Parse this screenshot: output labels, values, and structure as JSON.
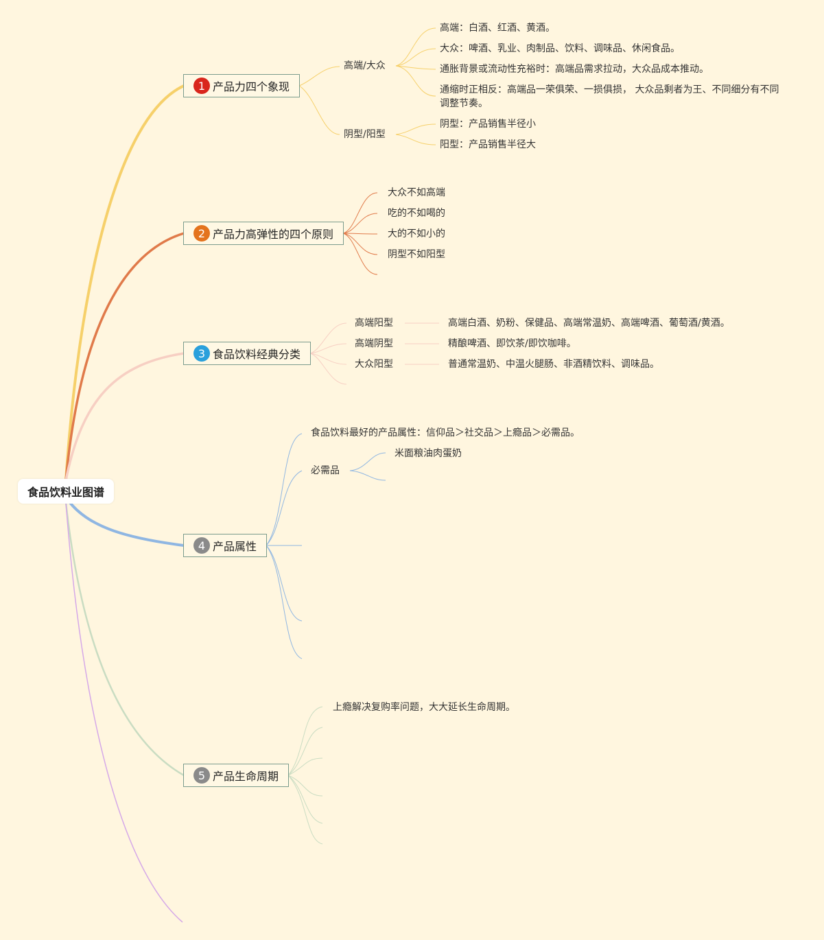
{
  "root": "食品饮料业图谱",
  "colors": {
    "b1": "#f6d06a",
    "b2": "#e07a4a",
    "b3": "#f7cfc3",
    "b4": "#8fb6e2",
    "b5": "#c9dcc2",
    "b6": "#d5a8e8",
    "n1": "#d9261c",
    "n2": "#e4731d",
    "n3": "#2aa0dc",
    "n45": "#8a8a8a"
  },
  "branches": [
    {
      "num": "1",
      "label": "产品力四个象现"
    },
    {
      "num": "2",
      "label": "产品力高弹性的四个原则"
    },
    {
      "num": "3",
      "label": "食品饮料经典分类"
    },
    {
      "num": "4",
      "label": "产品属性"
    },
    {
      "num": "5",
      "label": "产品生命周期"
    }
  ],
  "b1": {
    "sub1": "高端/大众",
    "sub1_items": [
      "高端：白酒、红酒、黄酒。",
      "大众：啤酒、乳业、肉制品、饮料、调味品、休闲食品。",
      "通胀背景或流动性充裕时：高端品需求拉动，大众品成本推动。",
      "通缩时正相反：高端品一荣俱荣、一损俱损， 大众品剩者为王、不同细分有不同调整节奏。"
    ],
    "sub2": "阴型/阳型",
    "sub2_items": [
      "阴型：产品销售半径小",
      "阳型：产品销售半径大"
    ]
  },
  "b2": {
    "items": [
      "大众不如高端",
      "吃的不如喝的",
      "大的不如小的",
      "阴型不如阳型"
    ]
  },
  "b3": {
    "rows": [
      {
        "k": "高端阳型",
        "v": "高端白酒、奶粉、保健品、高端常温奶、高端啤酒、葡萄酒/黄酒。"
      },
      {
        "k": "高端阴型",
        "v": "精酿啤酒、即饮茶/即饮咖啡。"
      },
      {
        "k": "大众阳型",
        "v": "普通常温奶、中温火腿肠、非酒精饮料、调味品。"
      }
    ]
  },
  "b4": {
    "text1": "食品饮料最好的产品属性：信仰品＞社交品＞上瘾品＞必需品。",
    "sub": "必需品",
    "sub_item": "米面粮油肉蛋奶"
  },
  "b5": {
    "text1": "上瘾解决复购率问题，大大延长生命周期。"
  }
}
